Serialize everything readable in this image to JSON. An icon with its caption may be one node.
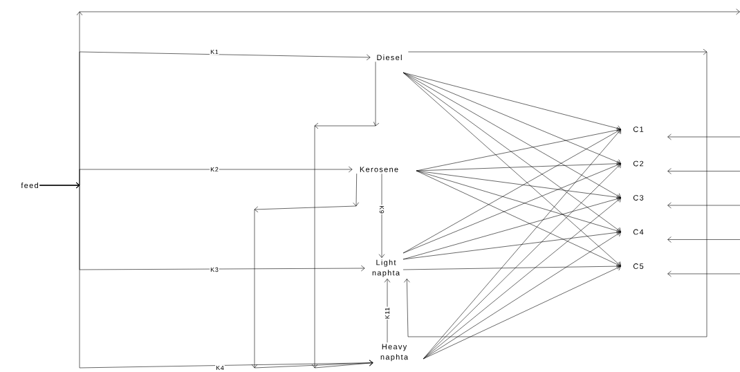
{
  "diagram": {
    "nodes": [
      {
        "text": [
          "feed"
        ]
      },
      {
        "text": [
          "Diesel"
        ]
      },
      {
        "text": [
          "Kerosene"
        ]
      },
      {
        "text": [
          "Light naphta"
        ]
      },
      {
        "text": [
          "Heavy naphta"
        ]
      },
      {
        "text": [
          "C1"
        ]
      },
      {
        "text": [
          "C2"
        ]
      },
      {
        "text": [
          "C3"
        ]
      },
      {
        "text": [
          "C4"
        ]
      },
      {
        "text": [
          "C5"
        ]
      }
    ],
    "edges": [
      {
        "from": 0,
        "to": 1,
        "arrow": "to",
        "label": "K1"
      },
      {
        "from": 0,
        "to": 2,
        "arrow": "to",
        "label": "K2"
      },
      {
        "from": 0,
        "to": 3,
        "arrow": "to",
        "label": "K3"
      },
      {
        "from": 0,
        "to": 4,
        "arrow": "to",
        "label": "K4"
      },
      {
        "from": 0,
        "to": null,
        "arrow": "to"
      },
      {
        "from": 1,
        "to": 4,
        "arrow": "to"
      },
      {
        "from": 2,
        "to": 4,
        "arrow": "to"
      },
      {
        "from": 2,
        "to": 3,
        "arrow": "to",
        "label": "K9"
      },
      {
        "from": 4,
        "to": 3,
        "arrow": "to",
        "label": "K11"
      },
      {
        "from": 1,
        "to": 3,
        "arrow": "to"
      },
      {
        "from": 1,
        "to": 5,
        "arrow": "to"
      },
      {
        "from": 1,
        "to": 6,
        "arrow": "to"
      },
      {
        "from": 1,
        "to": 7,
        "arrow": "to"
      },
      {
        "from": 1,
        "to": 8,
        "arrow": "to"
      },
      {
        "from": 1,
        "to": 9,
        "arrow": "to"
      },
      {
        "from": 2,
        "to": 5,
        "arrow": "to"
      },
      {
        "from": 2,
        "to": 6,
        "arrow": "to"
      },
      {
        "from": 2,
        "to": 7,
        "arrow": "to"
      },
      {
        "from": 2,
        "to": 8,
        "arrow": "to"
      },
      {
        "from": 2,
        "to": 9,
        "arrow": "to"
      },
      {
        "from": 3,
        "to": 5,
        "arrow": "to"
      },
      {
        "from": 3,
        "to": 6,
        "arrow": "to"
      },
      {
        "from": 3,
        "to": 7,
        "arrow": "to"
      },
      {
        "from": 3,
        "to": 8,
        "arrow": "to"
      },
      {
        "from": 3,
        "to": 9,
        "arrow": "to"
      },
      {
        "from": 4,
        "to": 5,
        "arrow": "to"
      },
      {
        "from": 4,
        "to": 6,
        "arrow": "to"
      },
      {
        "from": 4,
        "to": 7,
        "arrow": "to"
      },
      {
        "from": 4,
        "to": 8,
        "arrow": "to"
      },
      {
        "from": 4,
        "to": 9,
        "arrow": "to"
      },
      {
        "from": null,
        "to": 5,
        "arrow": "to"
      },
      {
        "from": null,
        "to": 6,
        "arrow": "to"
      },
      {
        "from": null,
        "to": 7,
        "arrow": "to"
      },
      {
        "from": null,
        "to": 8,
        "arrow": "to"
      },
      {
        "from": null,
        "to": 9,
        "arrow": "to"
      }
    ]
  }
}
